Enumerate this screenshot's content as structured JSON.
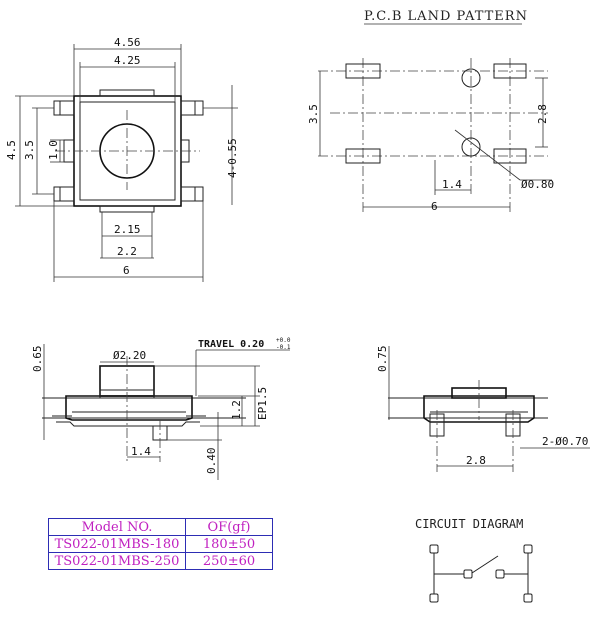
{
  "titles": {
    "pcb": "P.C.B LAND PATTERN",
    "circuit": "CIRCUIT DIAGRAM"
  },
  "top_view": {
    "w_outer": "4.56",
    "w_body": "4.25",
    "h_outer": "4.5",
    "h_inner": "3.5",
    "h_center": "1.0",
    "leg": "4-0.55",
    "pad_w1": "2.15",
    "pad_w2": "2.2",
    "overall_w": "6"
  },
  "land_pattern": {
    "h": "3.5",
    "pitch_v": "2.8",
    "hole_x": "1.4",
    "overall_w": "6",
    "hole_d": "Ø0.80"
  },
  "side_front": {
    "cap_h": "0.65",
    "knob_d": "Ø2.20",
    "travel": "TRAVEL 0.20",
    "travel_tol_plus": "+0.0",
    "travel_tol_minus": "-0.1",
    "h_ep": "EP1.5",
    "h_body": "1.2",
    "pin_x": "1.4",
    "pin_h": "0.40"
  },
  "side_right": {
    "cap_h": "0.75",
    "pitch": "2.8",
    "pin_d": "2-Ø0.70"
  },
  "spec_table": {
    "header": [
      "Model NO.",
      "OF(gf)"
    ],
    "rows": [
      [
        "TS022-01MBS-180",
        "180±50"
      ],
      [
        "TS022-01MBS-250",
        "250±60"
      ]
    ]
  },
  "colors": {
    "table_border": "#2d2db4",
    "table_text": "#c020c0"
  }
}
